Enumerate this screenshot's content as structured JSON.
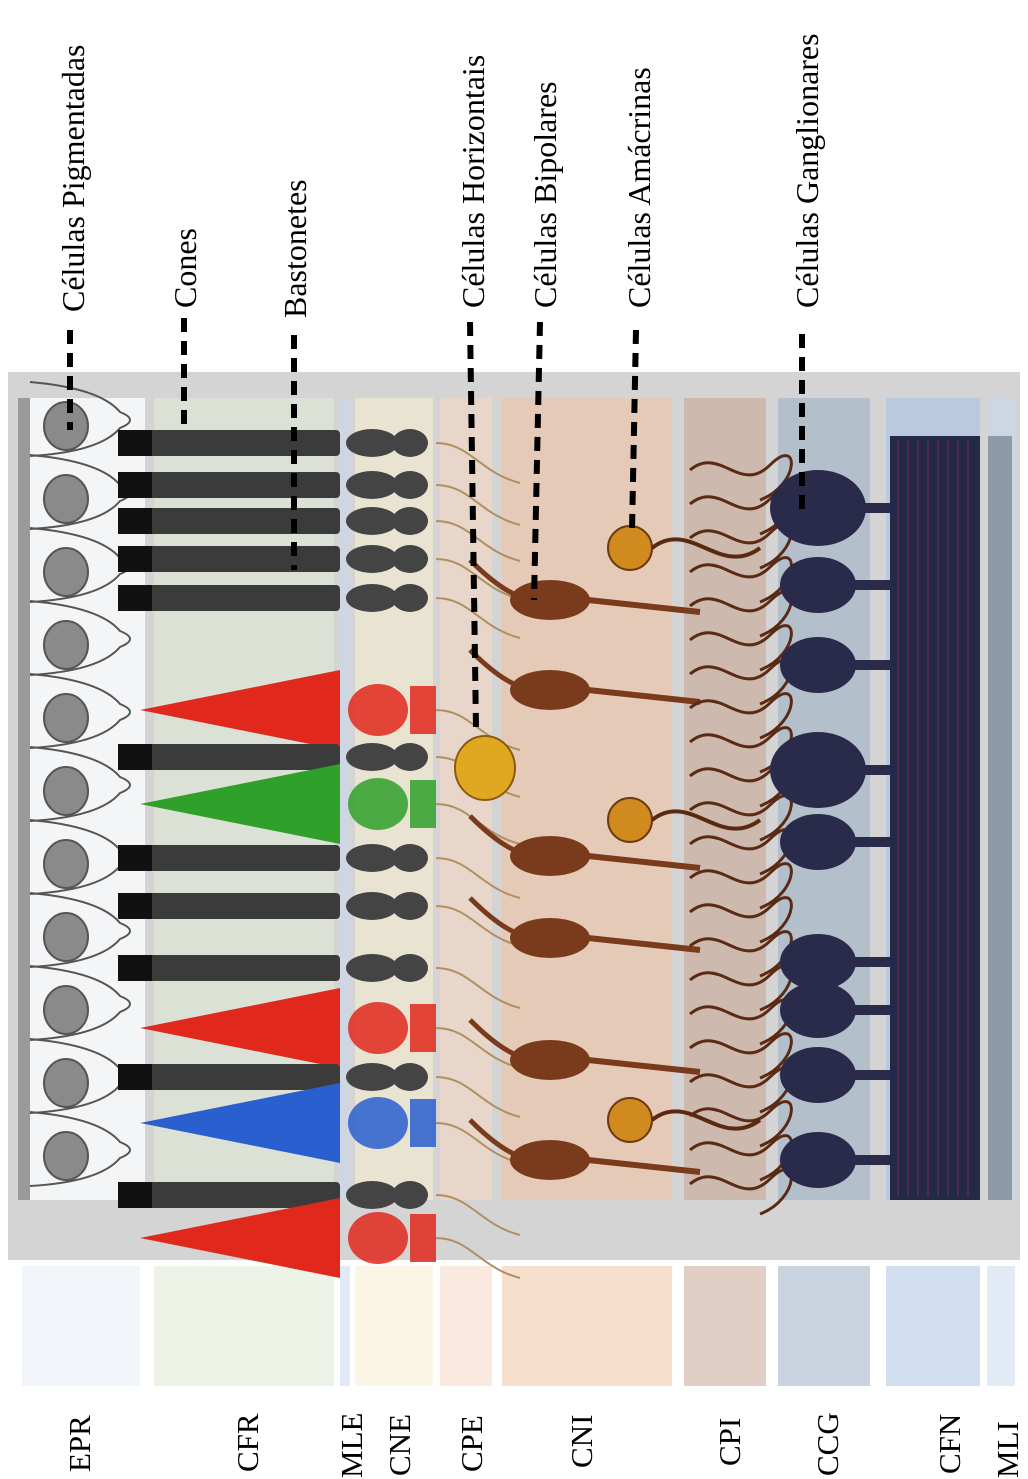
{
  "cell_labels": [
    {
      "id": "pigment",
      "text": "Células Pigmentadas"
    },
    {
      "id": "cones",
      "text": "Cones"
    },
    {
      "id": "rods",
      "text": "Bastonetes"
    },
    {
      "id": "horizontal",
      "text": "Células Horizontais"
    },
    {
      "id": "bipolar",
      "text": "Células Bipolares"
    },
    {
      "id": "amacrine",
      "text": "Células Amácrinas"
    },
    {
      "id": "ganglion",
      "text": "Células Ganglionares"
    }
  ],
  "layers": [
    {
      "id": "EPR",
      "text": "EPR",
      "color": "#e8eef8"
    },
    {
      "id": "CFR",
      "text": "CFR",
      "color": "#dfe9d3"
    },
    {
      "id": "MLE",
      "text": "MLE",
      "color": "#c9d7ee"
    },
    {
      "id": "CNE",
      "text": "CNE",
      "color": "#f6ecd0"
    },
    {
      "id": "CPE",
      "text": "CPE",
      "color": "#f4d7c4"
    },
    {
      "id": "CNI",
      "text": "CNI",
      "color": "#f1c4a6"
    },
    {
      "id": "CPI",
      "text": "CPI",
      "color": "#c9a896"
    },
    {
      "id": "CCG",
      "text": "CCG",
      "color": "#9fb1c6"
    },
    {
      "id": "CFN",
      "text": "CFN",
      "color": "#a9c3e3"
    },
    {
      "id": "MLI",
      "text": "MLI",
      "color": "#c8d8ec"
    }
  ],
  "colors": {
    "rod": "#3b3b3b",
    "cone_red": "#e0281c",
    "cone_green": "#2fa02a",
    "cone_blue": "#2a5fd0",
    "bipolar": "#7a3a1c",
    "horizontal": "#e0a820",
    "amacrine": "#d08a20",
    "ganglion": "#2a2a4a",
    "fiber_layer": "#242948",
    "pigment_nucleus": "#8a8a8a"
  }
}
